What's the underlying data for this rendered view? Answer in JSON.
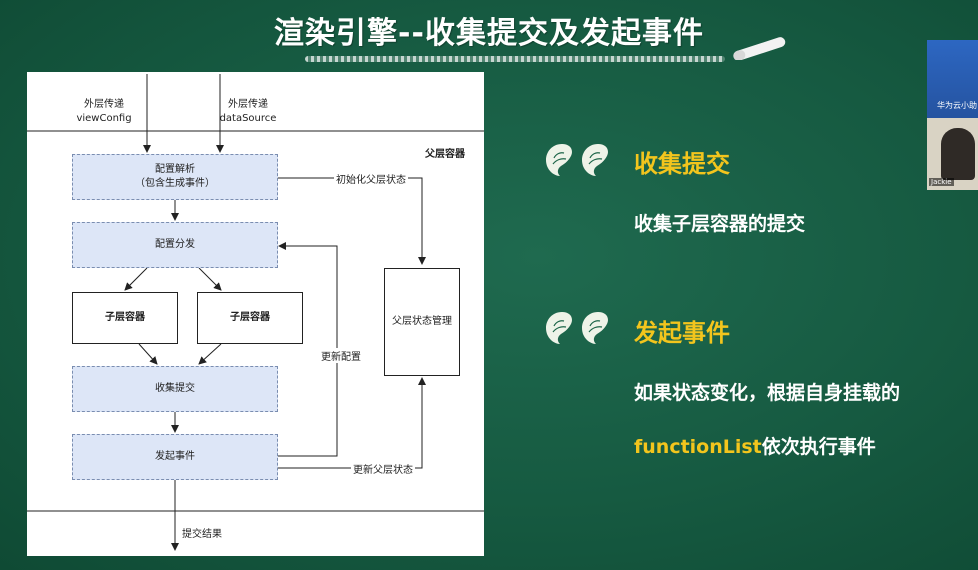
{
  "slide": {
    "title": "渲染引擎--收集提交及发起事件"
  },
  "diagram": {
    "input_view": "外层传递\nviewConfig",
    "input_data": "外层传递\ndataSource",
    "container_title": "父层容器",
    "box_config_parse": "配置解析\n（包含生成事件）",
    "box_config_dispatch": "配置分发",
    "box_child_left": "子层容器",
    "box_child_right": "子层容器",
    "box_collect": "收集提交",
    "box_emit": "发起事件",
    "box_state_mgr": "父层状态管理",
    "label_init_state": "初始化父层状态",
    "label_update_config": "更新配置",
    "label_update_state": "更新父层状态",
    "output": "提交结果"
  },
  "sections": [
    {
      "title": "收集提交",
      "text": "收集子层容器的提交"
    },
    {
      "title": "发起事件",
      "text_line1": "如果状态变化，根据自身挂载的",
      "text_line2_highlight": "functionList",
      "text_line2_rest": "依次执行事件"
    }
  ],
  "video": {
    "name": "华为云小助",
    "person_tag": "Jackie"
  },
  "colors": {
    "background": "#165a41",
    "accent": "#f3c51d",
    "diagram_box_fill": "#dde6f7"
  }
}
